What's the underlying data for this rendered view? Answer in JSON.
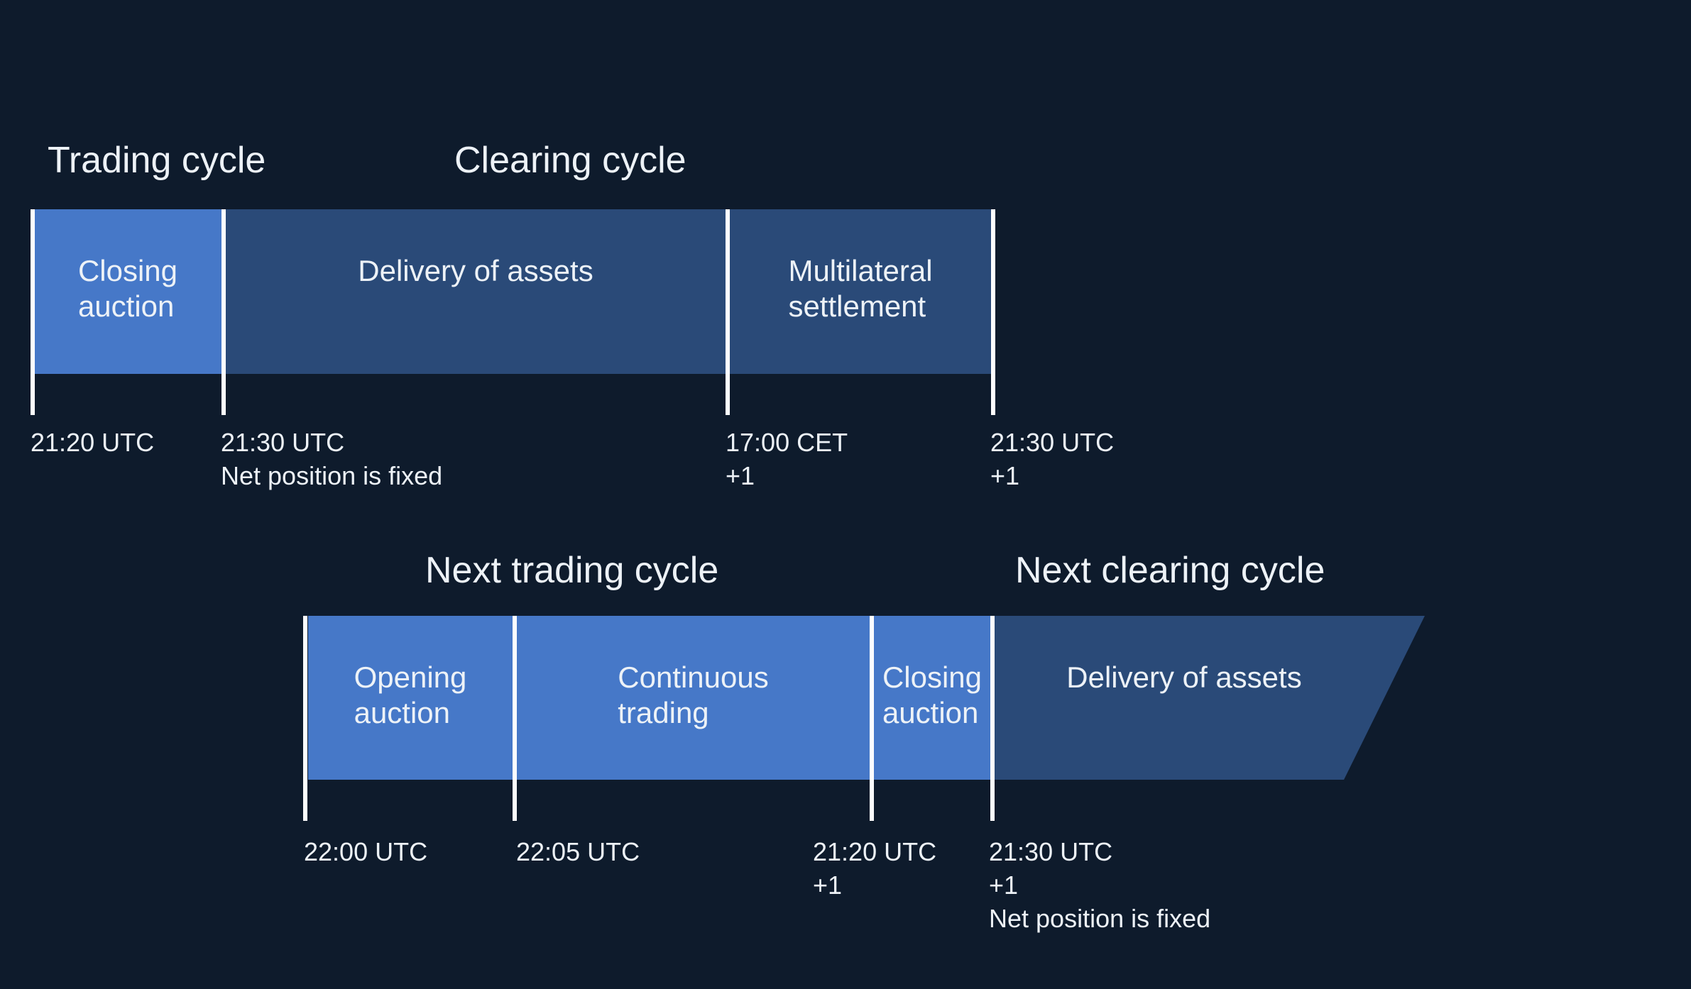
{
  "colors": {
    "background": "#0E1B2C",
    "segment_bright_blue": "#4678C8",
    "segment_dark_blue": "#2A4A78",
    "tick": "#FFFFFF",
    "text": "#EDF2F7"
  },
  "current_cycle": {
    "trading_title": "Trading cycle",
    "clearing_title": "Clearing cycle",
    "segments": [
      {
        "name": "closing-auction",
        "lines": [
          "Closing",
          "auction"
        ]
      },
      {
        "name": "delivery-of-assets",
        "lines": [
          "Delivery of assets"
        ]
      },
      {
        "name": "multilateral-settlement",
        "lines": [
          "Multilateral",
          "settlement"
        ]
      }
    ],
    "ticks": [
      {
        "lines": [
          "21:20 UTC"
        ]
      },
      {
        "lines": [
          "21:30 UTC",
          "Net position is fixed"
        ]
      },
      {
        "lines": [
          "17:00 CET",
          "+1"
        ]
      },
      {
        "lines": [
          "21:30 UTC",
          "+1"
        ]
      }
    ]
  },
  "next_cycle": {
    "trading_title": "Next trading cycle",
    "clearing_title": "Next clearing cycle",
    "segments": [
      {
        "name": "opening-auction",
        "lines": [
          "Opening",
          "auction"
        ]
      },
      {
        "name": "continuous-trading",
        "lines": [
          "Continuous",
          "trading"
        ]
      },
      {
        "name": "closing-auction",
        "lines": [
          "Closing",
          "auction"
        ]
      },
      {
        "name": "delivery-of-assets",
        "lines": [
          "Delivery of assets"
        ]
      }
    ],
    "ticks": [
      {
        "lines": [
          "22:00 UTC"
        ]
      },
      {
        "lines": [
          "22:05 UTC"
        ]
      },
      {
        "lines": [
          "21:20 UTC",
          "+1"
        ]
      },
      {
        "lines": [
          "21:30 UTC",
          "+1",
          "Net position is fixed"
        ]
      }
    ]
  }
}
